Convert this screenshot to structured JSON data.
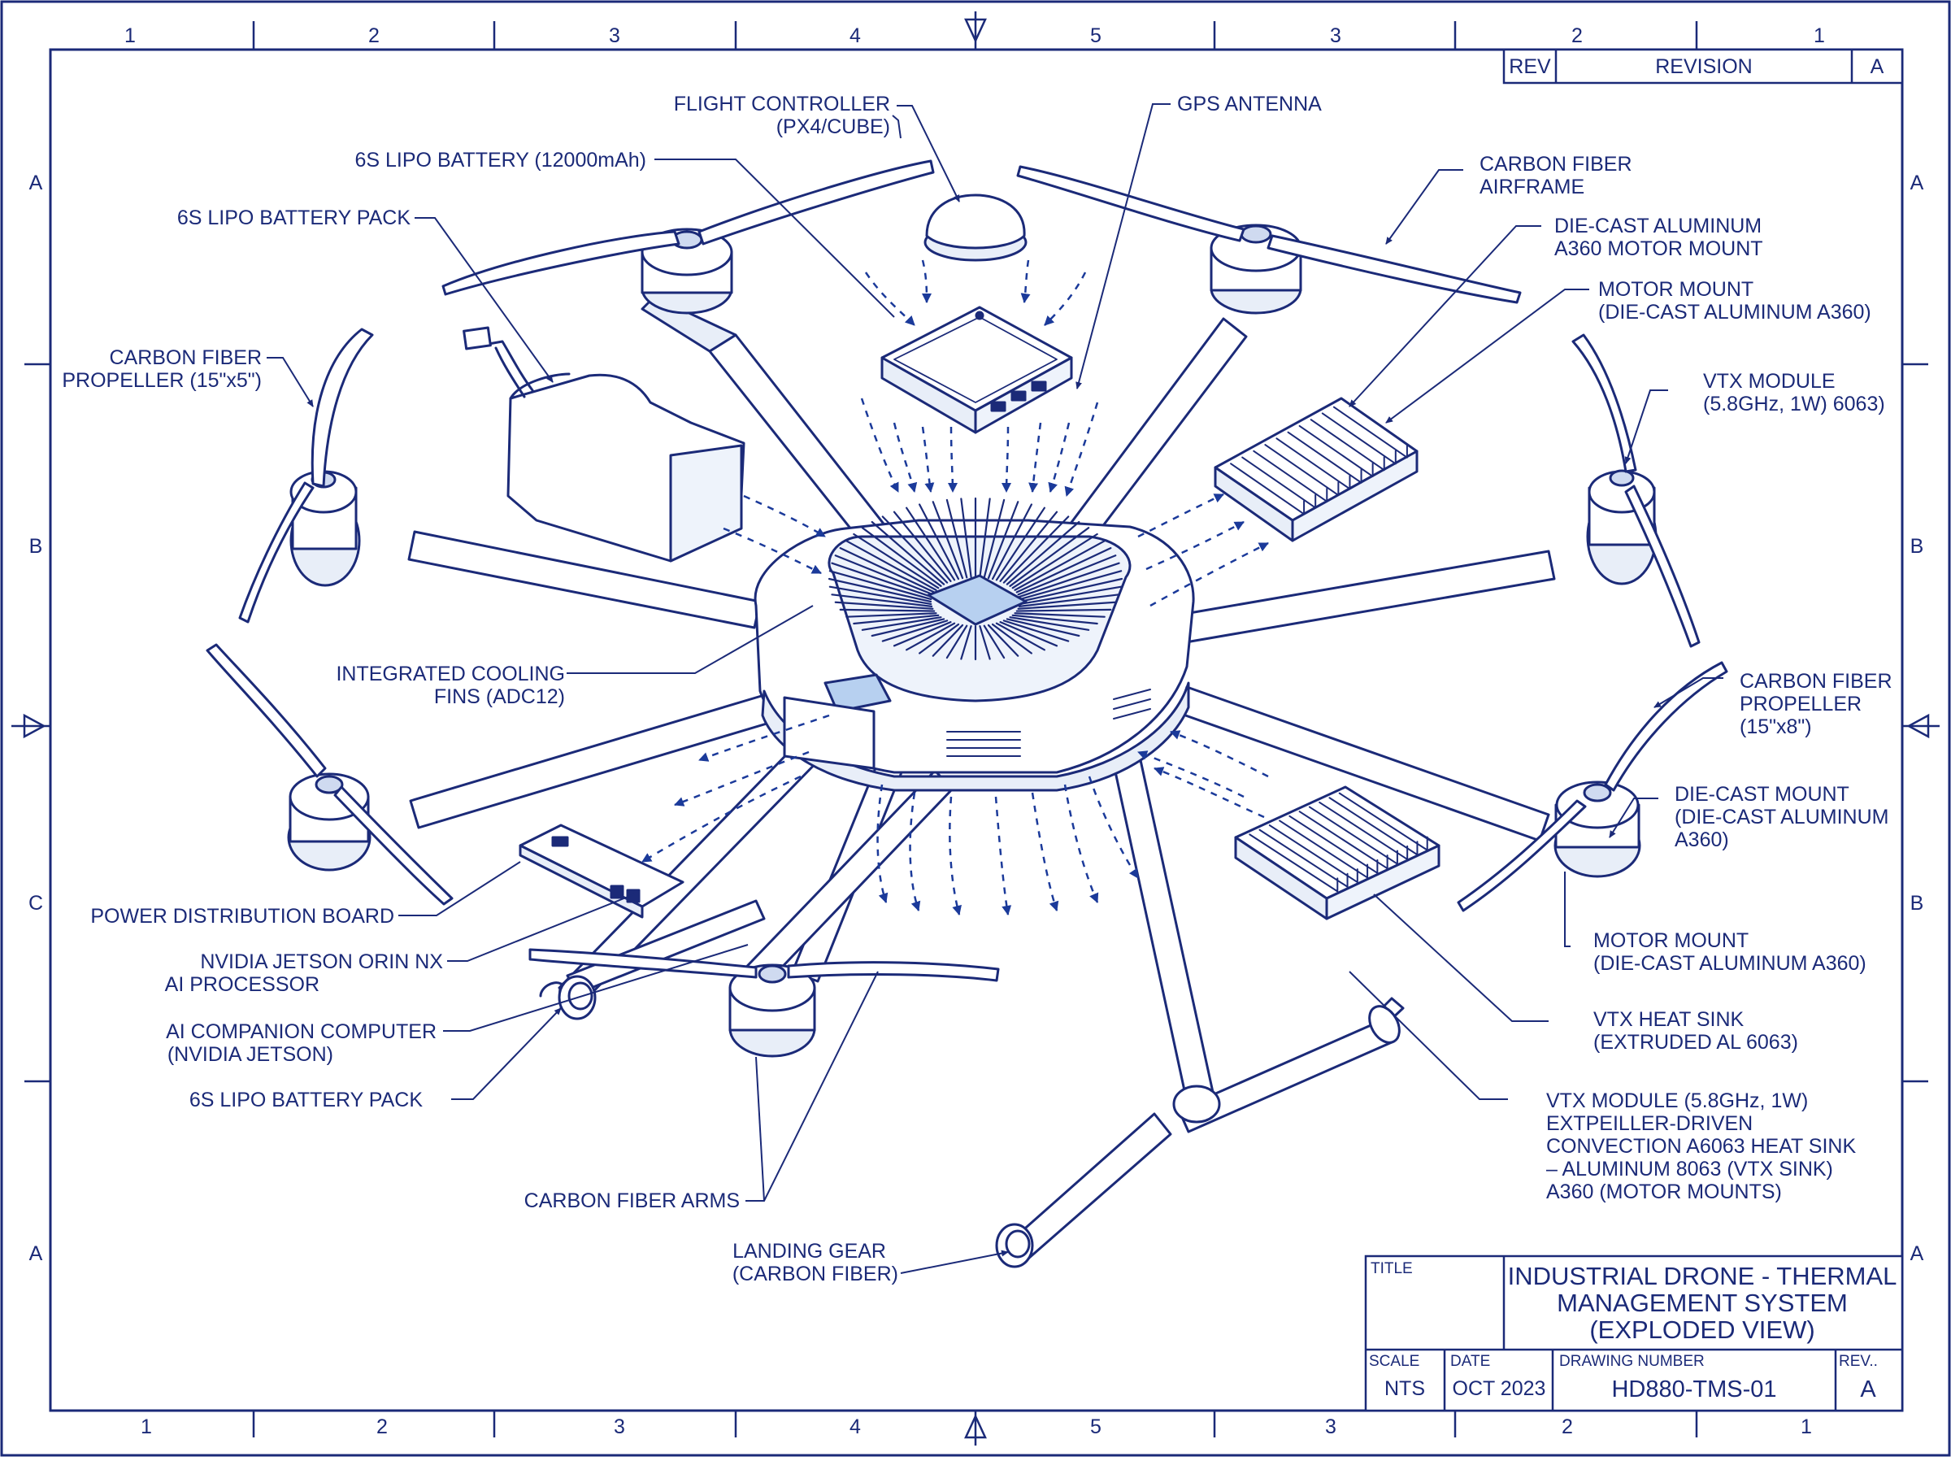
{
  "colors": {
    "ink": "#1b2a78",
    "highlight": "#b7d0f0",
    "paper": "#ffffff"
  },
  "zones": {
    "top": [
      "1",
      "2",
      "3",
      "4",
      "5",
      "3",
      "2",
      "1"
    ],
    "bottom": [
      "1",
      "2",
      "3",
      "4",
      "5",
      "3",
      "2",
      "1"
    ],
    "left": [
      "A",
      "B",
      "C",
      "A"
    ],
    "right": [
      "A",
      "B",
      "B",
      "A"
    ]
  },
  "revision_block": {
    "rev_header": "REV",
    "revision_header": "REVISION",
    "rev_value": "A"
  },
  "labels": {
    "flight_controller": [
      "FLIGHT CONTROLLER",
      "(PX4/CUBE)"
    ],
    "gps_antenna": [
      "GPS ANTENNA"
    ],
    "lipo_battery_12000": [
      "6S LIPO BATTERY (12000mAh)"
    ],
    "lipo_battery_pack_top": [
      "6S LIPO BATTERY PACK"
    ],
    "carbon_fiber_airframe": [
      "CARBON FIBER",
      "AIRFRAME"
    ],
    "die_cast_a360_motor_mount": [
      "DIE-CAST ALUMINUM",
      "A360 MOTOR MOUNT"
    ],
    "motor_mount_top": [
      "MOTOR MOUNT",
      "(DIE-CAST ALUMINUM A360)"
    ],
    "carbon_fiber_propeller_left": [
      "CARBON FIBER",
      "PROPELLER (15\"x5\")"
    ],
    "vtx_module_top": [
      "VTX MODULE",
      "(5.8GHz, 1W) 6063)"
    ],
    "integrated_cooling_fins": [
      "INTEGRATED COOLING",
      "FINS (ADC12)"
    ],
    "carbon_fiber_propeller_right": [
      "CARBON FIBER",
      "PROPELLER",
      "(15\"x8\")"
    ],
    "die_cast_mount": [
      "DIE-CAST MOUNT",
      "(DIE-CAST ALUMINUM",
      "A360)"
    ],
    "power_distribution_board": [
      "POWER DISTRIBUTION BOARD"
    ],
    "motor_mount_bottom": [
      "MOTOR MOUNT",
      "(DIE-CAST ALUMINUM A360)"
    ],
    "nvidia_jetson_orin": [
      "NVIDIA JETSON ORIN NX",
      "AI PROCESSOR"
    ],
    "vtx_heat_sink": [
      "VTX HEAT SINK",
      "(EXTRUDED AL 6063)"
    ],
    "ai_companion_computer": [
      "AI COMPANION COMPUTER",
      "(NVIDIA JETSON)"
    ],
    "lipo_battery_pack_bottom": [
      "6S LIPO BATTERY PACK"
    ],
    "vtx_module_notes": [
      "VTX MODULE (5.8GHz, 1W)",
      "EXTPEILLER-DRIVEN",
      "CONVECTION A6063 HEAT SINK",
      "– ALUMINUM 8063 (VTX SINK)",
      "A360 (MOTOR MOUNTS)"
    ],
    "carbon_fiber_arms": [
      "CARBON FIBER ARMS"
    ],
    "landing_gear": [
      "LANDING GEAR",
      "(CARBON FIBER)"
    ]
  },
  "title_block": {
    "title_caption": "TITLE",
    "title_lines": [
      "INDUSTRIAL DRONE - THERMAL",
      "MANAGEMENT SYSTEM",
      "(EXPLODED VIEW)"
    ],
    "scale_caption": "SCALE",
    "scale_value": "NTS",
    "date_caption": "DATE",
    "date_value": "OCT 2023",
    "drawing_number_caption": "DRAWING NUMBER",
    "drawing_number_value": "HD880-TMS-01",
    "rev_caption": "REV..",
    "rev_value": "A"
  }
}
